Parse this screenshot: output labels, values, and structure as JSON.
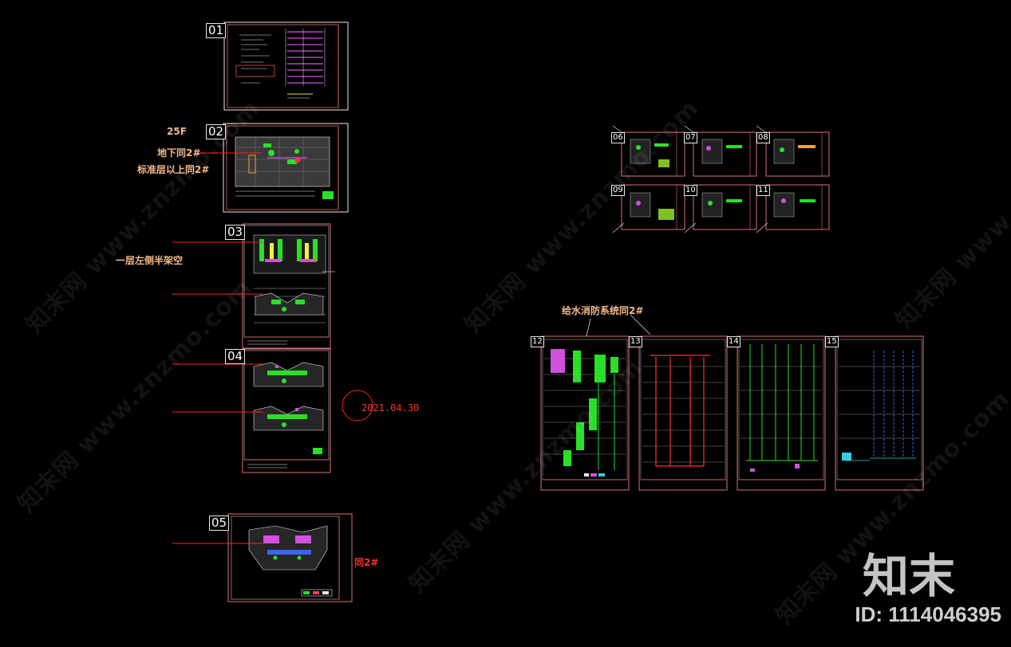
{
  "sheet_numbers": [
    "01",
    "02",
    "03",
    "04",
    "05",
    "06",
    "07",
    "08",
    "09",
    "10",
    "11",
    "12",
    "13",
    "14",
    "15"
  ],
  "notes": {
    "floor_25": "25F",
    "basement_same": "地下同2#",
    "standard_same": "标准层以上同2#",
    "first_floor": "一层左侧半架空",
    "supply_same": "给水消防系统同2#",
    "same_2": "同2#"
  },
  "date_stamp": "2021.04.30",
  "watermark": {
    "text": "知末网 www.znzmo.com",
    "brand": "知末",
    "id_label": "ID: 1114046395"
  },
  "colors": {
    "frame": "#e07070",
    "leader": "#ff2020",
    "note": "#f2b88a",
    "green": "#28e028",
    "magenta": "#e040e0",
    "cyan": "#30d0e0",
    "blue": "#3060ff"
  }
}
